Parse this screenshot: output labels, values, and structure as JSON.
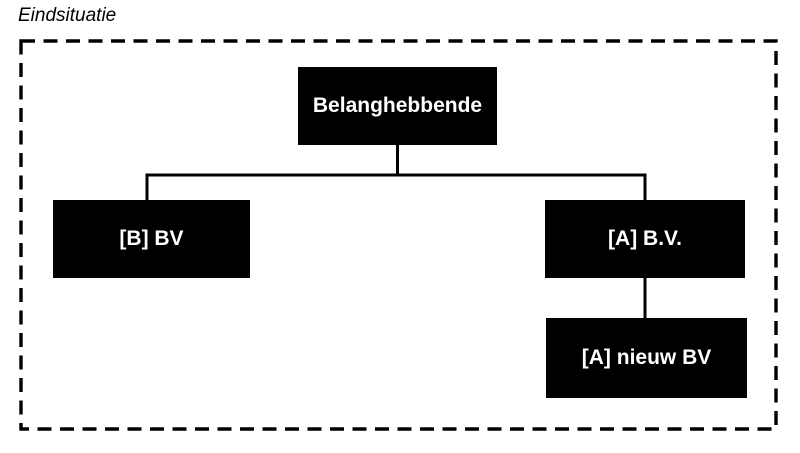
{
  "diagram": {
    "title": "Eindsituatie",
    "nodes": [
      {
        "id": "belanghebbende",
        "label": "Belanghebbende"
      },
      {
        "id": "b-bv",
        "label": "[B] BV"
      },
      {
        "id": "a-bv",
        "label": "[A] B.V."
      },
      {
        "id": "a-nieuw-bv",
        "label": "[A] nieuw BV"
      }
    ],
    "edges": [
      {
        "from": "belanghebbende",
        "to": "b-bv"
      },
      {
        "from": "belanghebbende",
        "to": "a-bv"
      },
      {
        "from": "a-bv",
        "to": "a-nieuw-bv"
      }
    ],
    "colors": {
      "background": "#ffffff",
      "box_fill": "#000000",
      "box_text": "#ffffff",
      "line": "#000000",
      "border": "#000000"
    }
  }
}
